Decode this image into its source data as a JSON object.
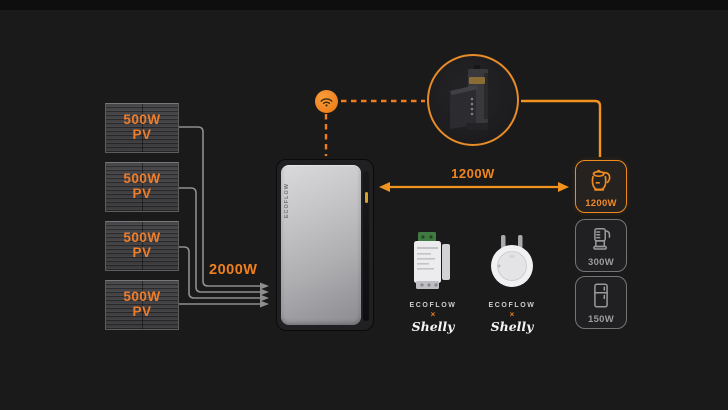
{
  "colors": {
    "accent": "#F0801F",
    "wire_gray": "#8E8E8E",
    "idle_gray": "#9C9C9E",
    "panel_text": "#EF7D2A"
  },
  "pv": {
    "output_label": "2000W",
    "panels": [
      {
        "watts": "500W",
        "type": "PV"
      },
      {
        "watts": "500W",
        "type": "PV"
      },
      {
        "watts": "500W",
        "type": "PV"
      },
      {
        "watts": "500W",
        "type": "PV"
      }
    ]
  },
  "battery": {
    "brand": "ECOFLOW"
  },
  "ac_link": {
    "label": "1200W"
  },
  "appliances": [
    {
      "name": "kettle",
      "watts": "1200W",
      "state": "active"
    },
    {
      "name": "blender",
      "watts": "300W",
      "state": "idle"
    },
    {
      "name": "fridge",
      "watts": "150W",
      "state": "idle"
    }
  ],
  "partner_lockups": [
    {
      "brand": "ECOFLOW",
      "times": "×",
      "partner": "Shelly"
    },
    {
      "brand": "ECOFLOW",
      "times": "×",
      "partner": "Shelly"
    }
  ],
  "icons": {
    "wifi": "wifi-icon",
    "smart_meter": "din-energy-meter-icon",
    "kettle": "kettle-icon",
    "blender": "blender-icon",
    "fridge": "fridge-icon",
    "relay": "din-relay-device",
    "smart_plug": "smart-plug-device"
  }
}
